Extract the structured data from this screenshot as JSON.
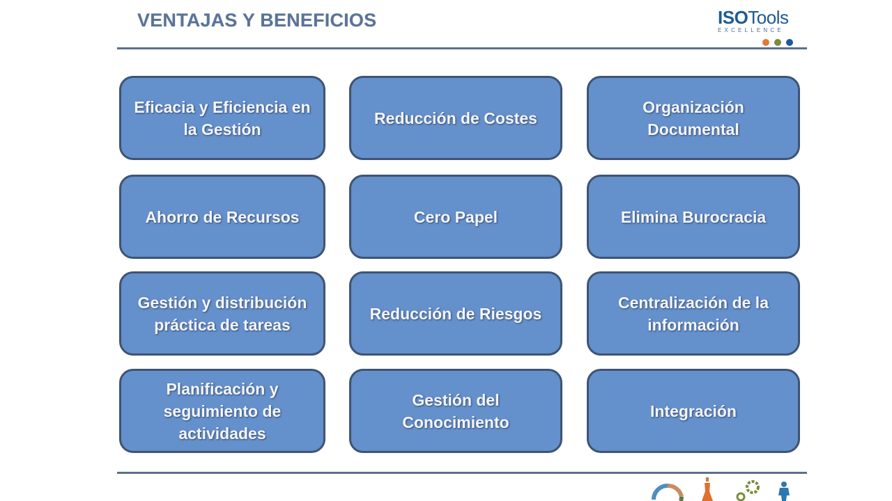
{
  "header": {
    "title": "VENTAJAS Y BENEFICIOS",
    "logo": {
      "brand_bold": "ISO",
      "brand_light": "Tools",
      "tagline": "EXCELLENCE",
      "dot_colors": [
        "#e07b39",
        "#7a8c3a",
        "#1d5a96"
      ]
    }
  },
  "colors": {
    "box_fill": "#6490cc",
    "box_border": "#3e5474",
    "title": "#5a7398",
    "rule": "#5a6f8e"
  },
  "benefits": [
    {
      "label": "Eficacia y Eficiencia en la Gestión"
    },
    {
      "label": "Reducción de Costes"
    },
    {
      "label": "Organización Documental"
    },
    {
      "label": "Ahorro de Recursos"
    },
    {
      "label": "Cero Papel"
    },
    {
      "label": "Elimina Burocracia"
    },
    {
      "label": "Gestión y distribución práctica de tareas"
    },
    {
      "label": "Reducción de Riesgos"
    },
    {
      "label": "Centralización de la información"
    },
    {
      "label": "Planificación y seguimiento de actividades"
    },
    {
      "label": "Gestión del Conocimiento"
    },
    {
      "label": "Integración"
    }
  ],
  "footer": {
    "icons": [
      "cycle-icon",
      "chess-piece-icon",
      "gears-icon",
      "person-icon"
    ]
  }
}
